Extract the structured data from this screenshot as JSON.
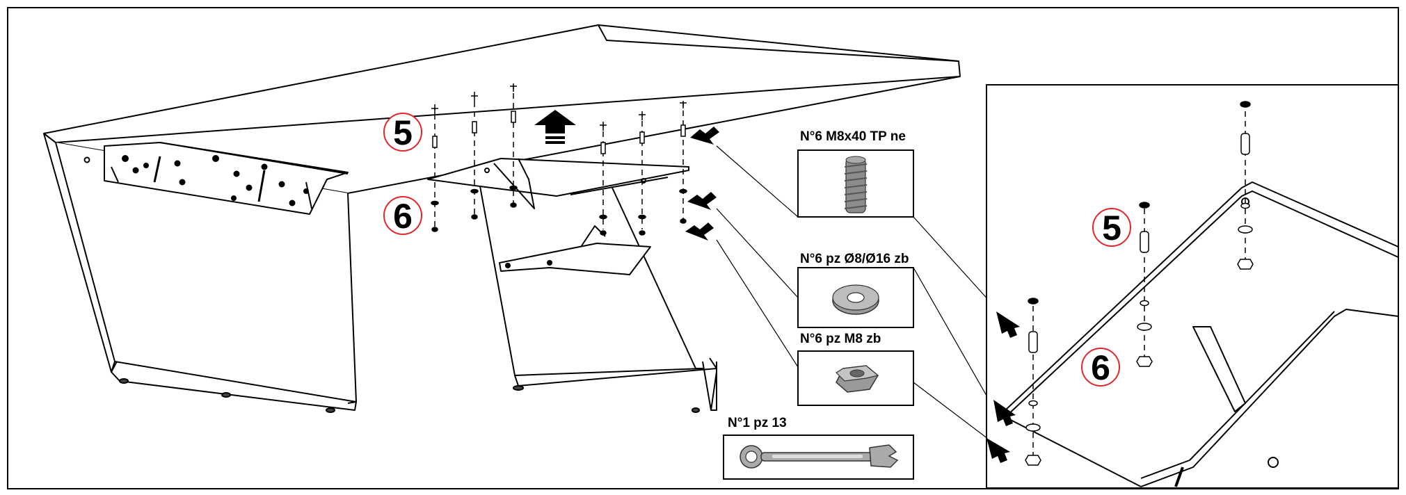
{
  "callouts": {
    "step_a": "5",
    "step_b": "6",
    "detail_step_a": "5",
    "detail_step_b": "6"
  },
  "parts": {
    "screw": {
      "label": "N°6 M8x40 TP ne",
      "icon": "threaded-stud-icon"
    },
    "washer": {
      "label": "N°6 pz Ø8/Ø16 zb",
      "icon": "washer-icon"
    },
    "nut": {
      "label": "N°6 pz M8 zb",
      "icon": "hex-nut-icon"
    },
    "wrench": {
      "label": "N°1 pz 13",
      "icon": "wrench-icon"
    }
  },
  "colors": {
    "line": "#000000",
    "callout_ring": "#e3262b",
    "hardware_fill": "#999999"
  }
}
